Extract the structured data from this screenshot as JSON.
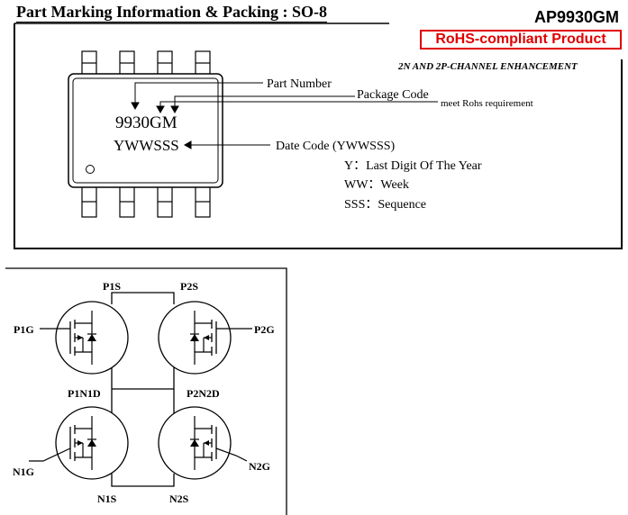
{
  "header": {
    "section_title": "Part Marking Information & Packing : SO-8",
    "part_number": "AP9930GM",
    "rohs": "RoHS-compliant Product",
    "subtitle": "2N AND 2P-CHANNEL ENHANCEMENT"
  },
  "marking": {
    "line1": "9930GM",
    "line2": "YWWSSS",
    "labels": {
      "part_number": "Part Number",
      "package_code": "Package Code",
      "rohs_note": "meet Rohs requirement",
      "date_code": "Date Code (YWWSSS)",
      "y": "Y：Last Digit Of  The Year",
      "ww": "WW：Week",
      "sss": "SSS：Sequence"
    }
  },
  "schematic": {
    "P1S": "P1S",
    "P2S": "P2S",
    "P1G": "P1G",
    "P2G": "P2G",
    "P1N1D": "P1N1D",
    "P2N2D": "P2N2D",
    "N1G": "N1G",
    "N2G": "N2G",
    "N1S": "N1S",
    "N2S": "N2S"
  }
}
